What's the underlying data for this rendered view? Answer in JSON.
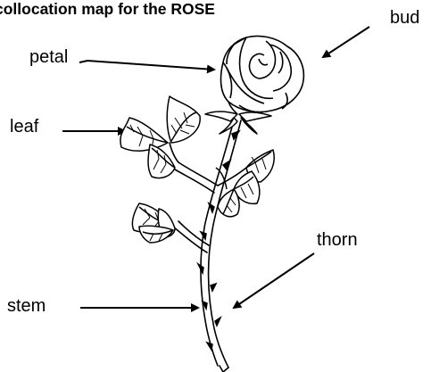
{
  "title": "collocation map for the ROSE",
  "labels": {
    "bud": "bud",
    "petal": "petal",
    "leaf": "leaf",
    "thorn": "thorn",
    "stem": "stem"
  },
  "colors": {
    "ink": "#000000",
    "background": "#ffffff"
  }
}
